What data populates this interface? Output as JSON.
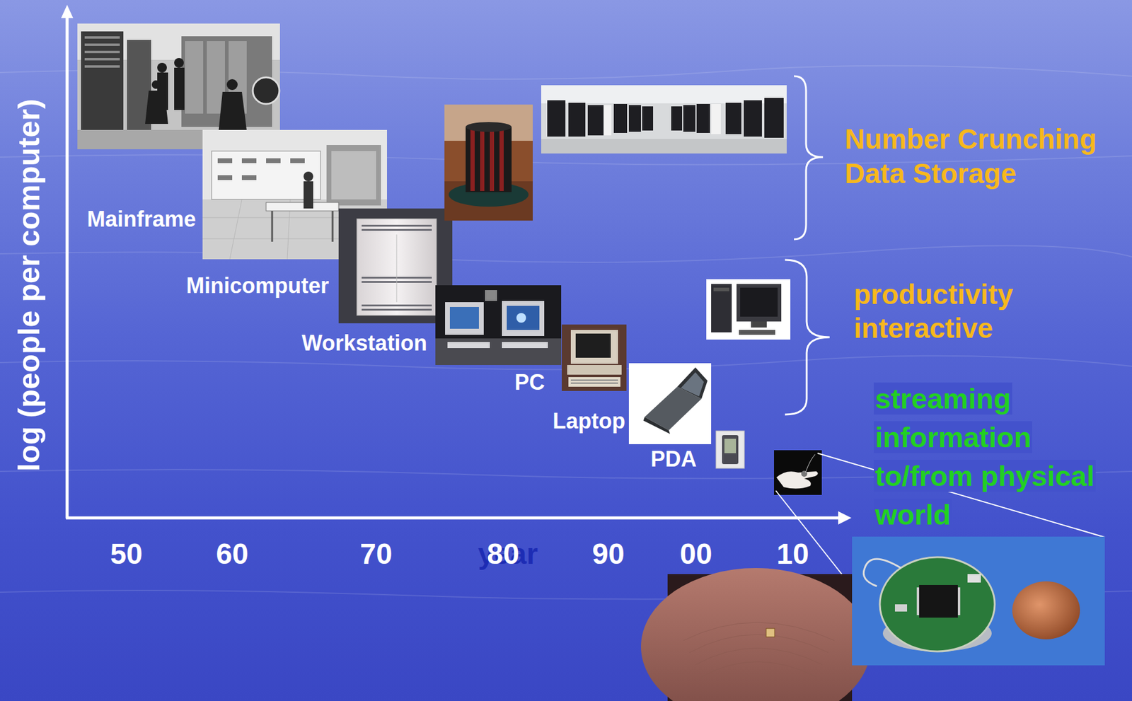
{
  "diagram": {
    "labels": [
      "log (people per computer)",
      "Mainframe",
      "Minicomputer",
      "Workstation",
      "PC",
      "Laptop",
      "PDA",
      "Number Crunching Data Storage",
      "productivity interactive",
      "streaming information to/from physical world",
      "50",
      "60",
      "70",
      "year",
      "80",
      "90",
      "00",
      "10"
    ]
  }
}
